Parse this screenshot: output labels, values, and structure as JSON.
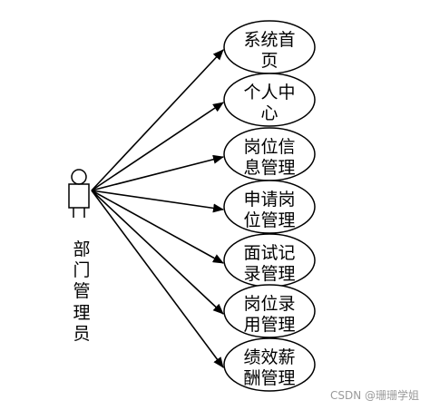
{
  "actor": {
    "name_lines": [
      "部",
      "门",
      "管",
      "理",
      "员"
    ]
  },
  "use_cases": [
    {
      "lines": [
        "系统首",
        "页"
      ]
    },
    {
      "lines": [
        "个人中",
        "心"
      ]
    },
    {
      "lines": [
        "岗位信",
        "息管理"
      ]
    },
    {
      "lines": [
        "申请岗",
        "位管理"
      ]
    },
    {
      "lines": [
        "面试记",
        "录管理"
      ]
    },
    {
      "lines": [
        "岗位录",
        "用管理"
      ]
    },
    {
      "lines": [
        "绩效薪",
        "酬管理"
      ]
    }
  ],
  "watermark": "CSDN @珊珊学姐"
}
